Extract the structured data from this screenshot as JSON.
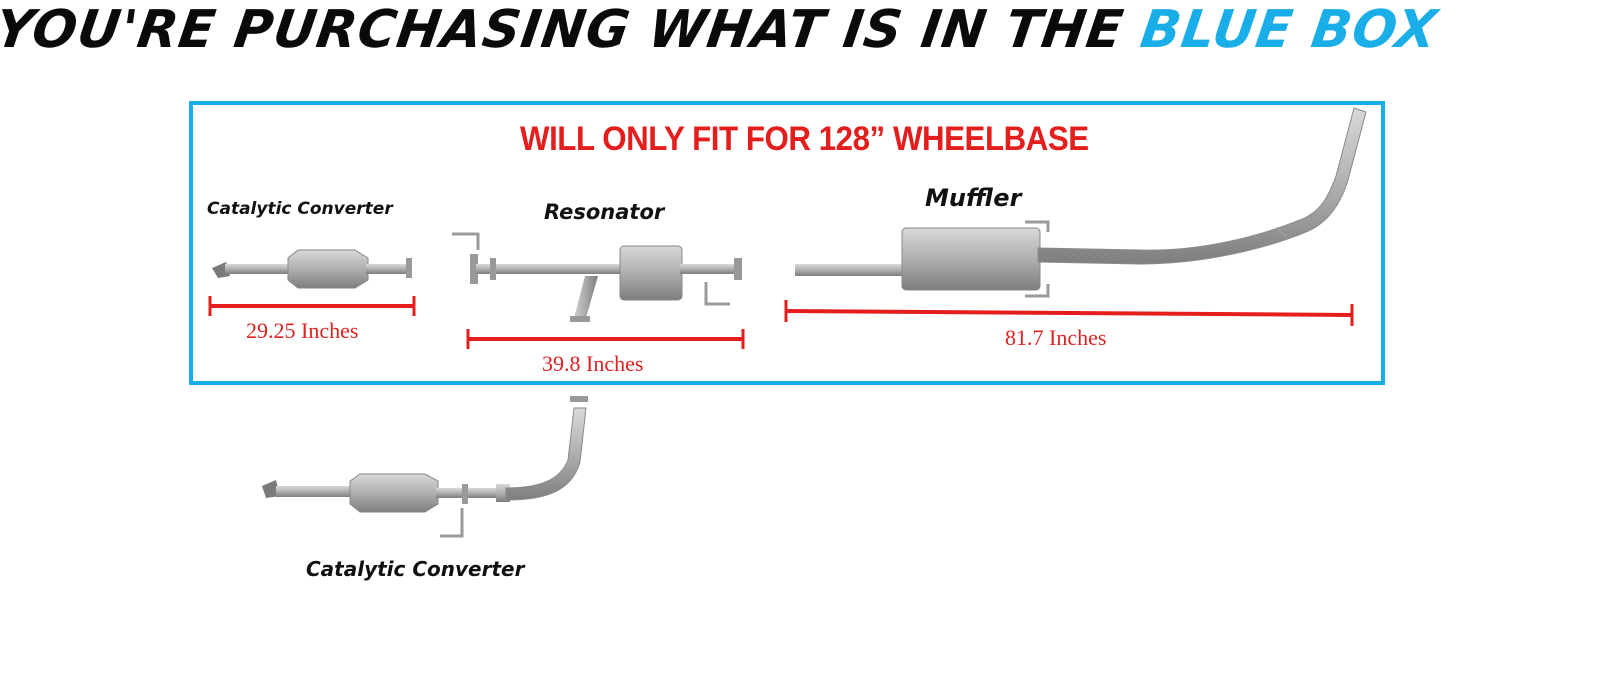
{
  "headline": {
    "main": "YOU'RE PURCHASING WHAT IS IN THE",
    "accent": "BLUE BOX"
  },
  "fit_note": "WILL ONLY FIT FOR 128” WHEELBASE",
  "parts": {
    "cat_converter_top": {
      "label": "Catalytic  Converter",
      "length": "29.25 Inches"
    },
    "resonator": {
      "label": "Resonator",
      "length": "39.8 Inches"
    },
    "muffler": {
      "label": "Muffler",
      "length": "81.7 Inches"
    },
    "cat_converter_bottom": {
      "label": "Catalytic  Converter"
    }
  },
  "colors": {
    "accent_blue": "#1aaee8",
    "dimension_red": "#e41d1d",
    "pipe_gray": "#a8a8a8"
  }
}
